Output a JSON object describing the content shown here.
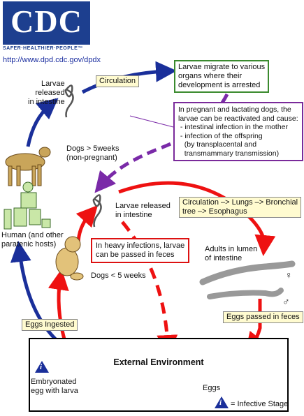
{
  "logo": {
    "text": "CDC",
    "tagline": "SAFER·HEALTHIER·PEOPLE™"
  },
  "url": "http://www.dpd.cdc.gov/dpdx",
  "labels": {
    "larvae_released_top": "Larvae\nreleased\nin intestine",
    "circulation": "Circulation",
    "migrate": "Larvae migrate to various\norgans where their\ndevelopment is arrested",
    "pregnant": "In pregnant and lactating dogs, the\nlarvae can be reactivated and cause:\n - intestinal infection in the mother\n - infection of the offspring\n   (by transplacental and\n   transmammary transmission)",
    "dogs_over_5": "Dogs > 5weeks\n(non-pregnant)",
    "human": "Human (and other\nparatenic hosts)",
    "larvae_released_mid": "Larvae released\nin intestine",
    "circulation_lungs": "Circulation –> Lungs –> Bronchial\ntree –> Esophagus",
    "heavy_infections": "In heavy infections, larvae\ncan be passed in feces",
    "adults": "Adults in lumen\nof intestine",
    "dogs_under_5": "Dogs < 5 weeks",
    "eggs_ingested": "Eggs Ingested",
    "eggs_passed": "Eggs passed in feces",
    "external_env": "External Environment",
    "embryonated": "Embryonated\negg with larva",
    "eggs": "Eggs",
    "infective_stage": "= Infective Stage",
    "infective_symbol": "i",
    "female_symbol": "♀",
    "male_symbol": "♂"
  },
  "colors": {
    "blue_arrow": "#1a2f9a",
    "red_arrow": "#ee1111",
    "purple_arrow": "#7a2aa8",
    "green_box": "#3a8a2e",
    "logo_blue": "#1d3f8f"
  }
}
